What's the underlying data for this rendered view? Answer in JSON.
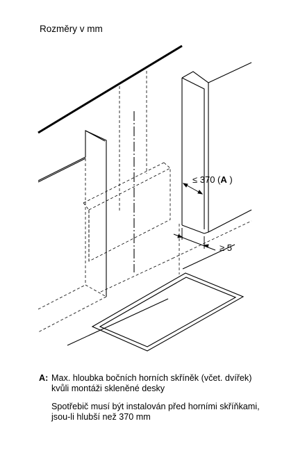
{
  "heading": "Rozměry v mm",
  "labels": {
    "dim_prefix": "≤ 370 (",
    "dim_key": "A",
    "dim_suffix": " )",
    "gap": "≥ 5"
  },
  "notes": {
    "key": "A:",
    "text": "Max. hloubka bočních horních skříněk (včet. dvířek) kvůli montáži skleněné desky",
    "paragraph": "Spotřebič musí být instalován před horními skříňkami, jsou-li hlubší než 370 mm"
  }
}
